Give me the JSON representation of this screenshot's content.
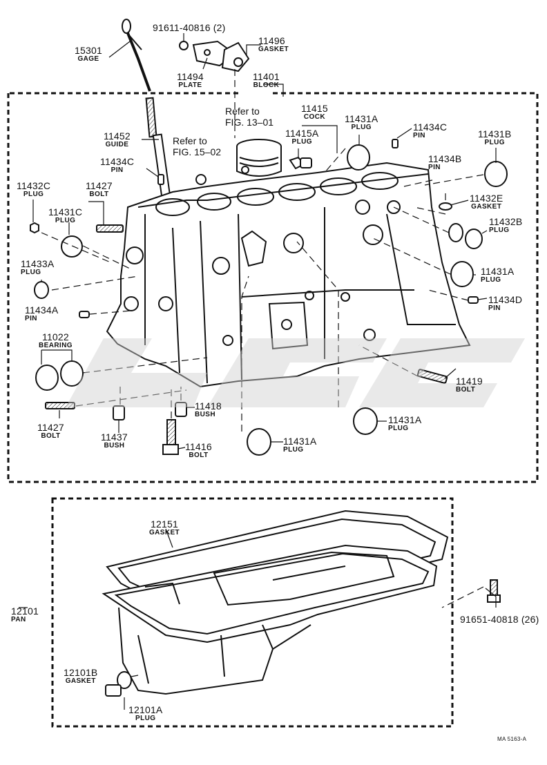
{
  "parts": {
    "p15301": {
      "number": "15301",
      "name": "GAGE"
    },
    "p91611": {
      "number": "91611-40816 (2)"
    },
    "p11496": {
      "number": "11496",
      "name": "GASKET"
    },
    "p11494": {
      "number": "11494",
      "name": "PLATE"
    },
    "p11401": {
      "number": "11401",
      "name": "BLOCK"
    },
    "p11415": {
      "number": "11415",
      "name": "COCK"
    },
    "p11415A": {
      "number": "11415A",
      "name": "PLUG"
    },
    "p11431A_top": {
      "number": "11431A",
      "name": "PLUG"
    },
    "p11434C_right": {
      "number": "11434C",
      "name": "PIN"
    },
    "p11431B": {
      "number": "11431B",
      "name": "PLUG"
    },
    "p11452": {
      "number": "11452",
      "name": "GUIDE"
    },
    "p11434C_left": {
      "number": "11434C",
      "name": "PIN"
    },
    "p11434B": {
      "number": "11434B",
      "name": "PIN"
    },
    "p11432C": {
      "number": "11432C",
      "name": "PLUG"
    },
    "p11427_top": {
      "number": "11427",
      "name": "BOLT"
    },
    "p11432E": {
      "number": "11432E",
      "name": "GASKET"
    },
    "p11431C": {
      "number": "11431C",
      "name": "PLUG"
    },
    "p11432B": {
      "number": "11432B",
      "name": "PLUG"
    },
    "p11433A": {
      "number": "11433A",
      "name": "PLUG"
    },
    "p11431A_right": {
      "number": "11431A",
      "name": "PLUG"
    },
    "p11434A": {
      "number": "11434A",
      "name": "PIN"
    },
    "p11434D": {
      "number": "11434D",
      "name": "PIN"
    },
    "p11022": {
      "number": "11022",
      "name": "BEARING"
    },
    "p11419": {
      "number": "11419",
      "name": "BOLT"
    },
    "p11418": {
      "number": "11418",
      "name": "BUSH"
    },
    "p11427_bottom": {
      "number": "11427",
      "name": "BOLT"
    },
    "p11437": {
      "number": "11437",
      "name": "BUSH"
    },
    "p11431A_bottomright": {
      "number": "11431A",
      "name": "PLUG"
    },
    "p11416": {
      "number": "11416",
      "name": "BOLT"
    },
    "p11431A_bottom": {
      "number": "11431A",
      "name": "PLUG"
    },
    "p12151": {
      "number": "12151",
      "name": "GASKET"
    },
    "p12101": {
      "number": "12101",
      "name": "PAN"
    },
    "p91651": {
      "number": "91651-40818 (26)"
    },
    "p12101B": {
      "number": "12101B",
      "name": "GASKET"
    },
    "p12101A": {
      "number": "12101A",
      "name": "PLUG"
    }
  },
  "refs": {
    "fig13": {
      "line1": "Refer to",
      "line2": "FIG. 13–01"
    },
    "fig15": {
      "line1": "Refer to",
      "line2": "FIG. 15–02"
    }
  },
  "catalog_code": "MA 5163-A"
}
